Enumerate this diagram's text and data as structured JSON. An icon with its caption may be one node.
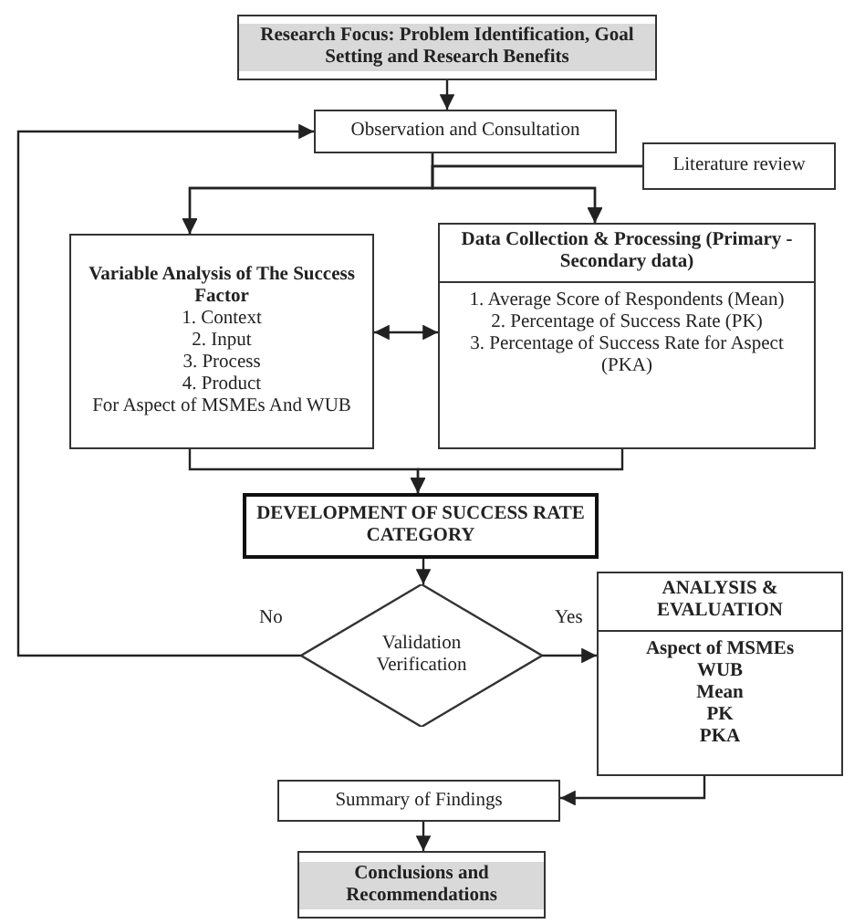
{
  "diagram": {
    "nodes": [
      {
        "text": [
          "Research Focus: Problem Identification, Goal Setting and Research Benefits"
        ]
      },
      {
        "text": [
          "Observation and Consultation"
        ]
      },
      {
        "text": [
          "Literature review"
        ]
      },
      {
        "text": [
          "Variable Analysis of The Success Factor",
          "1. Context",
          "2. Input",
          "3. Process",
          "4. Product",
          "For Aspect of MSMEs And WUB"
        ]
      },
      {
        "text": [
          "Data Collection & Processing (Primary - Secondary data)",
          "1. Average Score of Respondents (Mean)",
          "2. Percentage of Success Rate (PK)",
          "3. Percentage of Success Rate for Aspect (PKA)"
        ]
      },
      {
        "text": [
          "DEVELOPMENT OF SUCCESS RATE CATEGORY"
        ]
      },
      {
        "text": [
          "Validation Verification"
        ]
      },
      {
        "text": [
          "ANALYSIS & EVALUATION",
          "Aspect of MSMEs",
          "WUB",
          "Mean",
          "PK",
          "PKA"
        ]
      },
      {
        "text": [
          "Summary of Findings"
        ]
      },
      {
        "text": [
          "Conclusions and Recommendations"
        ]
      }
    ],
    "edges": [
      {
        "from": 0,
        "to": 1,
        "arrow": "to"
      },
      {
        "from": 1,
        "to": 3,
        "arrow": "to"
      },
      {
        "from": 1,
        "to": 4,
        "arrow": "to"
      },
      {
        "from": 2,
        "to": 3,
        "arrow": "to"
      },
      {
        "from": 2,
        "to": 4,
        "arrow": "to"
      },
      {
        "from": 3,
        "to": 4,
        "arrow": "both"
      },
      {
        "from": 3,
        "to": 5,
        "arrow": "to"
      },
      {
        "from": 4,
        "to": 5,
        "arrow": "to"
      },
      {
        "from": 5,
        "to": 6,
        "arrow": "to"
      },
      {
        "from": 6,
        "to": 1,
        "arrow": "to",
        "label": "No"
      },
      {
        "from": 6,
        "to": 7,
        "arrow": "to",
        "label": "Yes"
      },
      {
        "from": 7,
        "to": 8,
        "arrow": "to"
      },
      {
        "from": 8,
        "to": 9,
        "arrow": "to"
      }
    ]
  }
}
